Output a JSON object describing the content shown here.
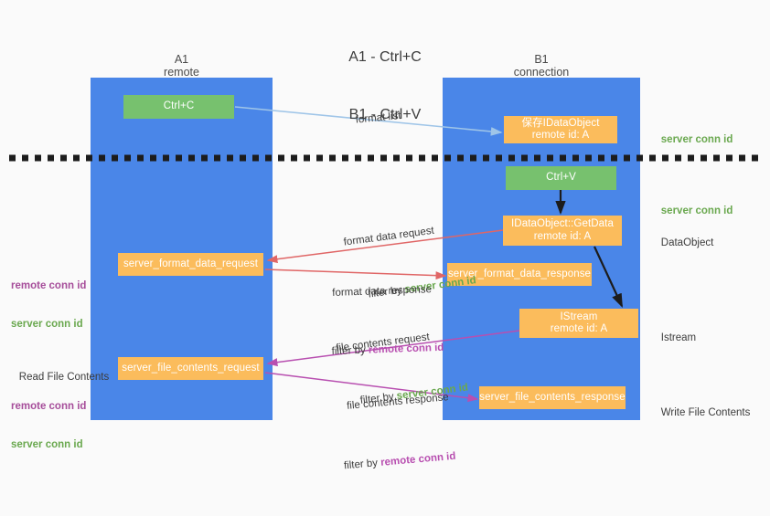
{
  "title": {
    "line1": "A1 - Ctrl+C",
    "line2": "B1 - Ctrl+V"
  },
  "columns": [
    {
      "name": "A1",
      "sub": "remote"
    },
    {
      "name": "B1",
      "sub": "connection"
    }
  ],
  "nodes": {
    "ctrl_c": {
      "label": "Ctrl+C"
    },
    "save_idataobject": {
      "label": "保存IDataObject",
      "sub": "remote id: A"
    },
    "ctrl_v": {
      "label": "Ctrl+V"
    },
    "getdata": {
      "label": "IDataObject::GetData",
      "sub": "remote id: A"
    },
    "format_data_request": {
      "label": "server_format_data_request"
    },
    "format_data_response": {
      "label": "server_format_data_response"
    },
    "istream": {
      "label": "IStream",
      "sub": "remote id: A"
    },
    "file_contents_request": {
      "label": "server_file_contents_request"
    },
    "file_contents_response": {
      "label": "server_file_contents_response"
    }
  },
  "edges": {
    "format_list": {
      "label": "format list"
    },
    "format_data_request": {
      "line1": "format data request",
      "line2_prefix": "filter by ",
      "line2_key": "server conn id"
    },
    "format_data_response": {
      "line1": "format data response",
      "line2_prefix": "filter by ",
      "line2_key": "remote conn id"
    },
    "file_contents_request": {
      "line1": "file contents request",
      "line2_prefix": "filter by ",
      "line2_key": "server conn id"
    },
    "file_contents_response": {
      "line1": "file contents response",
      "line2_prefix": "filter by ",
      "line2_key": "remote conn id"
    }
  },
  "annotations": {
    "right_server_conn_id_1": "server conn id",
    "right_server_conn_id_2": "server conn id",
    "right_dataobject": "DataObject",
    "right_istream": "Istream",
    "right_write_file_contents": "Write File Contents",
    "left_format_remote": "remote conn id",
    "left_format_server": "server conn id",
    "left_read_file_contents": "Read File Contents",
    "left_file_remote": "remote conn id",
    "left_file_server": "server conn id"
  },
  "colors": {
    "lane": "#4a86e8",
    "green_node": "#77c16e",
    "orange_node": "#fbbc5c",
    "red_arrow": "#e06666",
    "purple_arrow": "#b84fb0",
    "blue_arrow": "#9fc5e8",
    "black_arrow": "#1c1c1c",
    "green_text": "#6aa84f",
    "purple_text": "#a64d9a",
    "background": "#fafafa"
  }
}
